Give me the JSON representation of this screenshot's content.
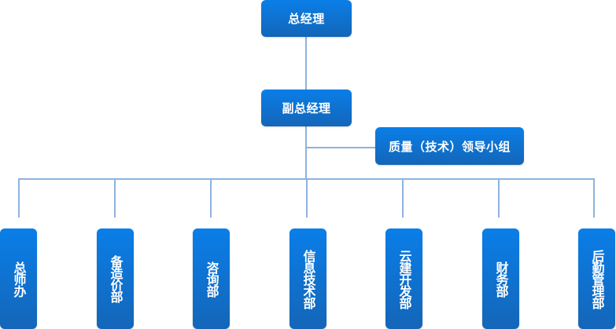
{
  "org_chart": {
    "root": {
      "label": "总经理"
    },
    "deputy": {
      "label": "副总经理"
    },
    "advisory": {
      "label": "质量（技术）领导小组"
    },
    "departments": [
      {
        "label": "总师办"
      },
      {
        "label": "备造价部"
      },
      {
        "label": "咨询部"
      },
      {
        "label": "信息技术部"
      },
      {
        "label": "云建开发部"
      },
      {
        "label": "财务部"
      },
      {
        "label": "后勤管理部"
      }
    ]
  },
  "colors": {
    "box_top": "#0a7ee8",
    "box_bottom": "#1466b8",
    "connector": "#8db3df",
    "text": "#ffffff"
  }
}
